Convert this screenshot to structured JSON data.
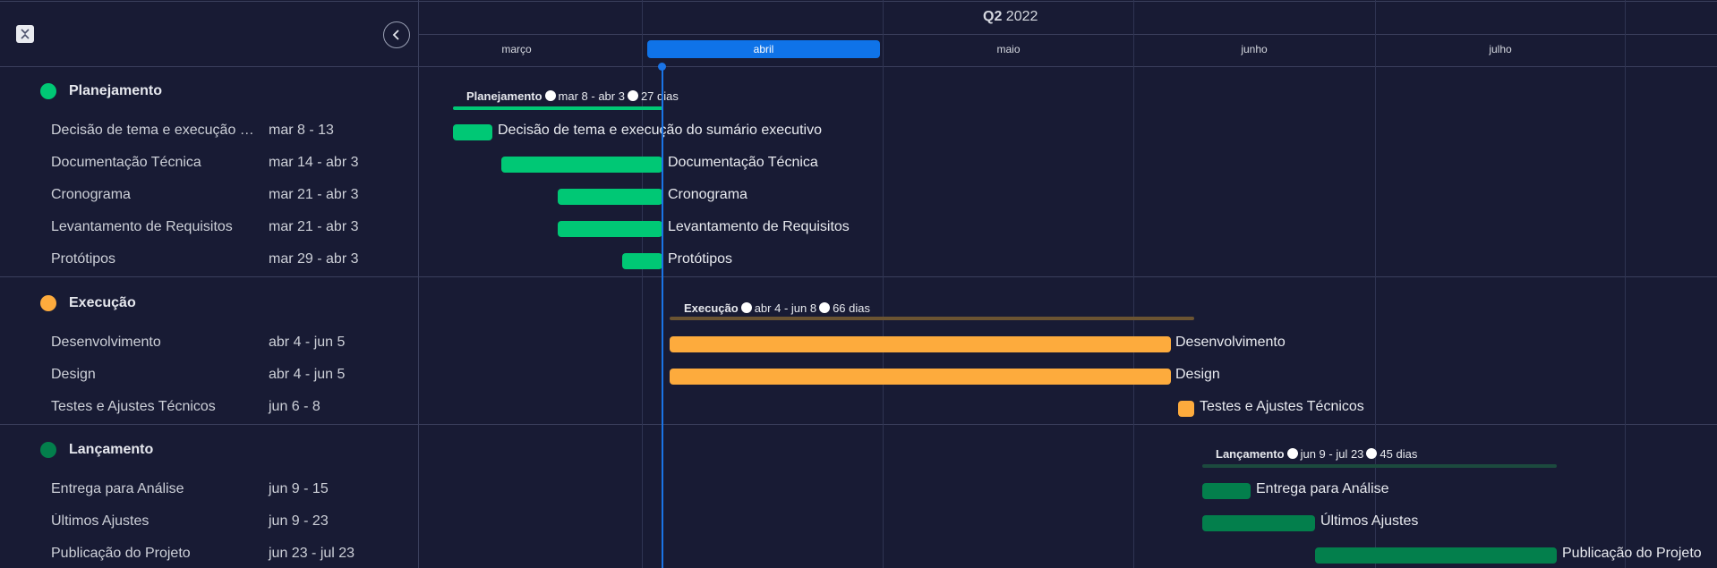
{
  "header": {
    "quarter_prefix": "Q2",
    "quarter_year": "2022",
    "months": [
      "março",
      "abril",
      "maio",
      "junho",
      "julho"
    ],
    "current_month": "abril"
  },
  "colors": {
    "planejamento": "#00c875",
    "execucao": "#fdab3d",
    "lancamento": "#037f4c",
    "today": "#0f73e8",
    "background": "#181b34"
  },
  "groups": [
    {
      "title": "Planejamento",
      "summary": {
        "title": "Planejamento",
        "range": "mar 8 - abr 3",
        "duration": "27 dias"
      },
      "tasks": [
        {
          "name": "Decisão de tema e execução do sumário executivo",
          "dates": "mar 8 - 13",
          "bar_label": "Decisão de tema e execução do sumário executivo"
        },
        {
          "name": "Documentação Técnica",
          "dates": "mar 14 - abr 3",
          "bar_label": "Documentação Técnica"
        },
        {
          "name": "Cronograma",
          "dates": "mar 21 - abr 3",
          "bar_label": "Cronograma"
        },
        {
          "name": "Levantamento de Requisitos",
          "dates": "mar 21 - abr 3",
          "bar_label": "Levantamento de Requisitos"
        },
        {
          "name": "Protótipos",
          "dates": "mar 29 - abr 3",
          "bar_label": "Protótipos"
        }
      ]
    },
    {
      "title": "Execução",
      "summary": {
        "title": "Execução",
        "range": "abr 4 - jun 8",
        "duration": "66 dias"
      },
      "tasks": [
        {
          "name": "Desenvolvimento",
          "dates": "abr 4 - jun 5",
          "bar_label": "Desenvolvimento"
        },
        {
          "name": "Design",
          "dates": "abr 4 - jun 5",
          "bar_label": "Design"
        },
        {
          "name": "Testes e Ajustes Técnicos",
          "dates": "jun 6 - 8",
          "bar_label": "Testes e Ajustes Técnicos"
        }
      ]
    },
    {
      "title": "Lançamento",
      "summary": {
        "title": "Lançamento",
        "range": "jun 9 - jul 23",
        "duration": "45 dias"
      },
      "tasks": [
        {
          "name": "Entrega para Análise",
          "dates": "jun 9 - 15",
          "bar_label": "Entrega para Análise"
        },
        {
          "name": "Últimos Ajustes",
          "dates": "jun 9 - 23",
          "bar_label": "Últimos Ajustes"
        },
        {
          "name": "Publicação do Projeto",
          "dates": "jun 23 - jul 23",
          "bar_label": "Publicação do Projeto"
        }
      ]
    }
  ]
}
